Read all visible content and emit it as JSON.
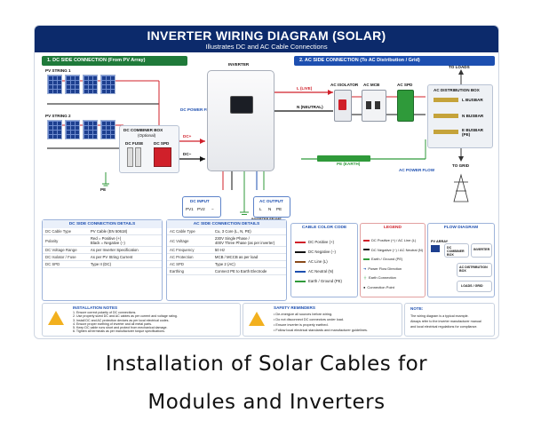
{
  "diagram": {
    "title": "INVERTER WIRING DIAGRAM (SOLAR)",
    "subtitle": "Illustrates DC and AC Cable Connections",
    "colors": {
      "navy": "#0c2a6b",
      "dc_green": "#1f7a3a",
      "ac_blue": "#1d4fb0",
      "dc_pos": "#d0202a",
      "dc_neg": "#111111",
      "earth": "#2f9a3a"
    },
    "dc_section": {
      "heading": "1. DC SIDE CONNECTION (From PV Array)",
      "string1": "PV STRING 1",
      "string2": "PV STRING 2",
      "combiner": "DC COMBINER BOX",
      "combiner_sub": "(Optional)",
      "fuse": "DC FUSE",
      "spd": "DC SPD",
      "ground": "PE",
      "dc_pos": "DC+",
      "dc_neg": "DC−",
      "dc_flow": "DC POWER FLOW"
    },
    "inverter": {
      "label": "INVERTER",
      "dc_input": "DC INPUT",
      "dc_input_terms": [
        "PV1",
        "PV2",
        "−"
      ],
      "ac_output": "AC OUTPUT",
      "ac_output_terms": [
        "L",
        "N",
        "PE"
      ],
      "frame_earth": "INVERTER FRAME EARTH GROUNDING"
    },
    "ac_section": {
      "heading": "2. AC SIDE CONNECTION (To AC Distribution / Grid)",
      "line": "L (LIVE)",
      "neutral": "N (NEUTRAL)",
      "earth": "PE (EARTH)",
      "isolator": "AC ISOLATOR",
      "mcb": "AC MCB",
      "spd": "AC SPD",
      "ac_flow": "AC POWER FLOW",
      "dist_box": "AC DISTRIBUTION BOX",
      "busbars": [
        "L BUSBAR",
        "N BUSBAR",
        "E BUSBAR (PE)"
      ],
      "to_loads": "TO LOADS",
      "to_grid": "TO GRID"
    },
    "dc_details": {
      "title": "DC SIDE CONNECTION DETAILS",
      "rows": [
        [
          "DC Cable Type",
          "PV Cable (EN 50618)"
        ],
        [
          "Polarity",
          "Red = Positive (+)\nBlack = Negative (−)"
        ],
        [
          "DC Voltage Range",
          "As per Inverter Specification"
        ],
        [
          "DC Isolator / Fuse",
          "As per PV String Current"
        ],
        [
          "DC SPD",
          "Type II (DC)"
        ]
      ]
    },
    "ac_details": {
      "title": "AC SIDE CONNECTION DETAILS",
      "rows": [
        [
          "AC Cable Type",
          "Cu, 3 Core (L, N, PE)"
        ],
        [
          "AC Voltage",
          "230V Single Phase /\n400V Three Phase (as per inverter)"
        ],
        [
          "AC Frequency",
          "50 Hz"
        ],
        [
          "AC Protection",
          "MCB / MCCB as per load"
        ],
        [
          "AC SPD",
          "Type 2 (AC)"
        ],
        [
          "Earthing",
          "Connect PE to Earth Electrode"
        ]
      ]
    },
    "cable_color_code": {
      "title": "CABLE COLOR CODE",
      "items": [
        "DC Positive (+)",
        "DC Negative (−)",
        "AC Line (L)",
        "AC Neutral (N)",
        "Earth / Ground (PE)"
      ]
    },
    "legend": {
      "title": "LEGEND",
      "items": [
        "DC Positive (+) / AC Line (L)",
        "DC Negative (−) / AC Neutral (N)",
        "Earth / Ground (PE)",
        "Power Flow Direction",
        "Earth Connection",
        "Connection Point"
      ]
    },
    "flow_diagram": {
      "title": "FLOW DIAGRAM",
      "nodes": [
        "PV ARRAY",
        "DC COMBINER BOX",
        "INVERTER",
        "AC DISTRIBUTION BOX",
        "LOADS / GRID"
      ]
    },
    "installation_notes": {
      "title": "INSTALLATION NOTES",
      "items": [
        "1. Ensure correct polarity of DC connections.",
        "2. Use properly sized DC and AC cables as per current and voltage rating.",
        "3. Install DC and AC protection devices as per local electrical codes.",
        "4. Ensure proper earthing of inverter and all metal parts.",
        "5. Keep DC cable runs short and protect from mechanical damage.",
        "6. Tighten all terminals as per manufacturer torque specifications."
      ]
    },
    "safety_reminders": {
      "title": "SAFETY REMINDERS",
      "items": [
        "De-energize all sources before wiring.",
        "Do not disconnect DC connectors under load.",
        "Ensure inverter is properly earthed.",
        "Follow local electrical standards and manufacturer guidelines."
      ]
    },
    "note": {
      "title": "NOTE:",
      "lines": [
        "The wiring diagram is a typical example.",
        "Always refer to the inverter manufacturer manual",
        "and local electrical regulations for compliance."
      ]
    }
  },
  "caption": {
    "line1": "Installation of Solar Cables for",
    "line2": "Modules and Inverters"
  }
}
